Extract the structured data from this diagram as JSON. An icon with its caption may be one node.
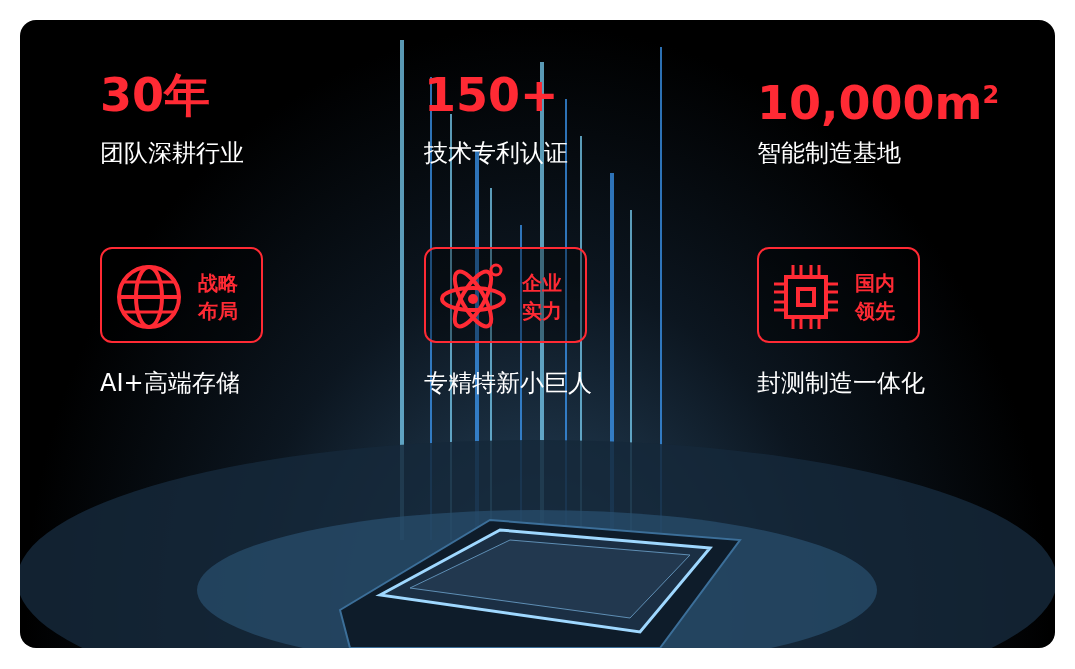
{
  "diagram": {
    "nodes": [
      {
        "text": [
          "战略布局"
        ],
        "beside": [
          "AI+高端存储"
        ]
      },
      {
        "text": [
          "企业实力"
        ],
        "beside": [
          "专精特新小巨人"
        ]
      },
      {
        "text": [
          "国内领先"
        ],
        "beside": [
          "封测制造一体化"
        ]
      }
    ],
    "labels": [
      "30年",
      "团队深耕行业",
      "150+",
      "技术专利认证",
      "10,000m$^{2}$",
      "智能制造基地"
    ]
  }
}
